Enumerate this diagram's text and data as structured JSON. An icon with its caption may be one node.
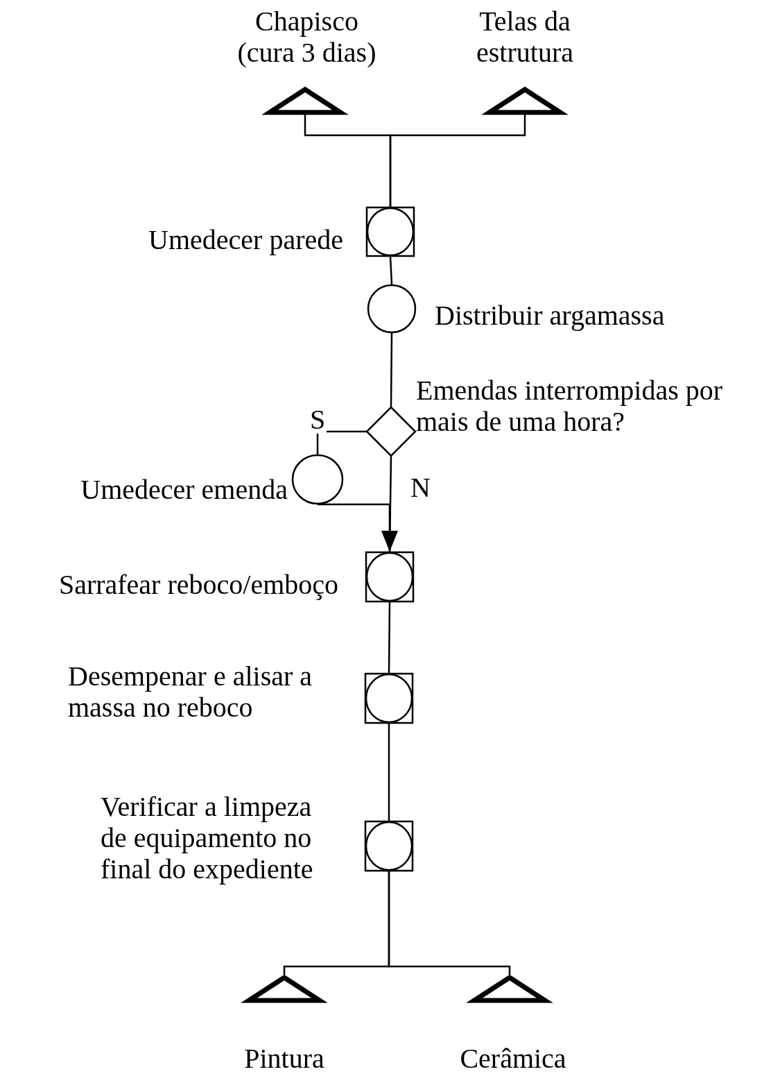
{
  "diagram": {
    "nodes": [
      {
        "text": [],
        "shape": "triangle",
        "beside": [
          "Chapisco (cura 3 dias)"
        ]
      },
      {
        "text": [],
        "shape": "triangle",
        "beside": [
          "Telas da estrutura"
        ]
      },
      {
        "text": [],
        "shape": "circle-in-square",
        "beside": [
          "Umedecer parede"
        ]
      },
      {
        "text": [],
        "shape": "circle",
        "beside": [
          "Distribuir argamassa"
        ]
      },
      {
        "text": [],
        "shape": "diamond",
        "beside": [
          "Emendas interrompidas por mais de uma hora?"
        ]
      },
      {
        "text": [],
        "shape": "circle",
        "beside": [
          "Umedecer emenda"
        ]
      },
      {
        "text": [],
        "shape": "circle-in-square",
        "beside": [
          "Sarrafear reboco/emboço"
        ]
      },
      {
        "text": [],
        "shape": "circle-in-square",
        "beside": [
          "Desempenar e alisar a massa no reboco"
        ]
      },
      {
        "text": [],
        "shape": "circle-in-square",
        "beside": [
          "Verificar a limpeza de equipamento no final do expediente"
        ]
      },
      {
        "text": [],
        "shape": "triangle",
        "beside": [
          "Pintura"
        ]
      },
      {
        "text": [],
        "shape": "triangle",
        "beside": [
          "Cerâmica"
        ]
      }
    ],
    "edges": [
      {
        "from": 0,
        "to": 2,
        "arrow": "none"
      },
      {
        "from": 1,
        "to": 2,
        "arrow": "none"
      },
      {
        "from": 2,
        "to": 3,
        "arrow": "none"
      },
      {
        "from": 3,
        "to": 4,
        "arrow": "none"
      },
      {
        "from": 4,
        "to": 5,
        "arrow": "none",
        "label": "S"
      },
      {
        "from": 5,
        "to": 6,
        "arrow": "to"
      },
      {
        "from": 4,
        "to": 6,
        "arrow": "none",
        "label": "N"
      },
      {
        "from": 6,
        "to": 7,
        "arrow": "none"
      },
      {
        "from": 7,
        "to": 8,
        "arrow": "none"
      },
      {
        "from": 8,
        "to": 9,
        "arrow": "none"
      },
      {
        "from": 8,
        "to": 10,
        "arrow": "none"
      }
    ]
  }
}
